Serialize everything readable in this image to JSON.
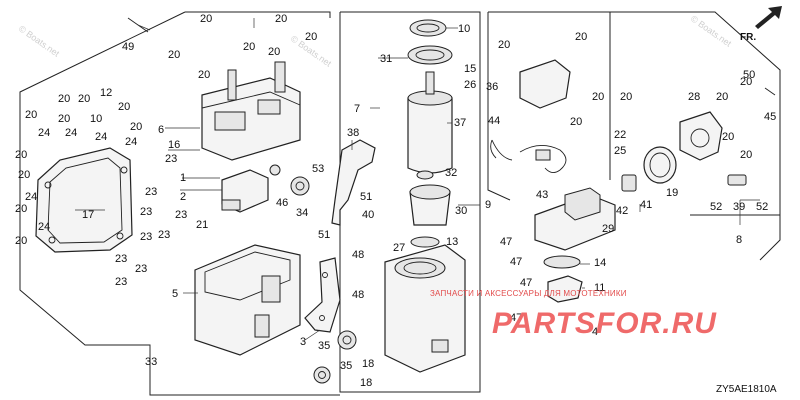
{
  "diagram": {
    "watermarks": [
      "© Boats.net",
      "© Boats.net",
      "© Boats.net"
    ],
    "labels": {
      "l1": "49",
      "l2": "20",
      "l3": "20",
      "l4": "20",
      "l5": "20",
      "l6": "20",
      "l7": "20",
      "l8": "20",
      "l9": "6",
      "l10": "20",
      "l11": "20",
      "l12": "12",
      "l13": "20",
      "l14": "24",
      "l15": "20",
      "l16": "24",
      "l17": "20",
      "l18": "10",
      "l19": "24",
      "l20": "20",
      "l21": "24",
      "l22": "20",
      "l23": "23",
      "l24": "16",
      "l25": "23",
      "l26": "1",
      "l27": "2",
      "l28": "23",
      "l29": "21",
      "l30": "17",
      "l31": "20",
      "l32": "24",
      "l33": "20",
      "l34": "24",
      "l35": "23",
      "l36": "20",
      "l37": "23",
      "l38": "23",
      "l39": "23",
      "l40": "23",
      "l41": "23",
      "l42": "5",
      "l43": "33",
      "l44": "10",
      "l45": "31",
      "l46": "15",
      "l47": "26",
      "l48": "7",
      "l49": "37",
      "l50": "38",
      "l51": "53",
      "l52": "51",
      "l53": "46",
      "l54": "34",
      "l55": "32",
      "l56": "9",
      "l57": "30",
      "l58": "40",
      "l59": "51",
      "l60": "27",
      "l61": "13",
      "l62": "47",
      "l63": "47",
      "l64": "47",
      "l65": "48",
      "l66": "48",
      "l67": "3",
      "l68": "35",
      "l69": "35",
      "l70": "18",
      "l71": "18",
      "l72": "47",
      "l73": "20",
      "l74": "20",
      "l75": "36",
      "l76": "44",
      "l77": "20",
      "l78": "20",
      "l79": "22",
      "l80": "25",
      "l81": "43",
      "l82": "42",
      "l83": "41",
      "l84": "19",
      "l85": "29",
      "l86": "14",
      "l87": "11",
      "l88": "4",
      "l89": "20",
      "l90": "50",
      "l91": "28",
      "l92": "20",
      "l93": "45",
      "l94": "20",
      "l95": "52",
      "l96": "39",
      "l97": "52",
      "l98": "8",
      "l99": "20",
      "l100": "20"
    },
    "shop_note": "ЗАПЧАСТИ И АКСЕССУАРЫ ДЛЯ МОТОТЕХНИКИ",
    "brand": "PARTSFOR.RU",
    "diagram_code": "ZY5AE1810A",
    "fr_label": "FR."
  }
}
